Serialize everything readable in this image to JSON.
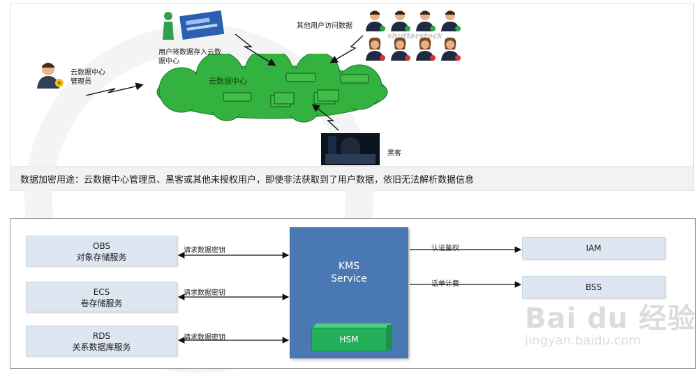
{
  "top": {
    "admin_label": "云数据中心\n管理员",
    "user_store_label": "用户将数据存入云数\n据中心",
    "other_users_label": "其他用户访问数据",
    "cloud_label": "云数据中心",
    "hacker_label": "黑客",
    "watermark": "shutterstock",
    "caption": "数据加密用途：云数据中心管理员、黑客或其他未授权用户，即使非法获取到了用户数据，依旧无法解析数据信息"
  },
  "bottom": {
    "obs": {
      "name": "OBS",
      "desc": "对象存储服务"
    },
    "ecs": {
      "name": "ECS",
      "desc": "卷存储服务"
    },
    "rds": {
      "name": "RDS",
      "desc": "关系数据库服务"
    },
    "request_key_label": "请求数据密钥",
    "kms_title": "KMS\nService",
    "hsm": "HSM",
    "auth_label": "认证鉴权",
    "billing_label": "话单计费",
    "iam": "IAM",
    "bss": "BSS"
  },
  "watermark": {
    "brand": "Bai du 经验",
    "url": "jingyan.baidu.com"
  },
  "colors": {
    "cloud_green": "#33b23f",
    "kms_blue": "#4a78b3",
    "hsm_green": "#23b05a",
    "service_box": "#dde6f1"
  }
}
